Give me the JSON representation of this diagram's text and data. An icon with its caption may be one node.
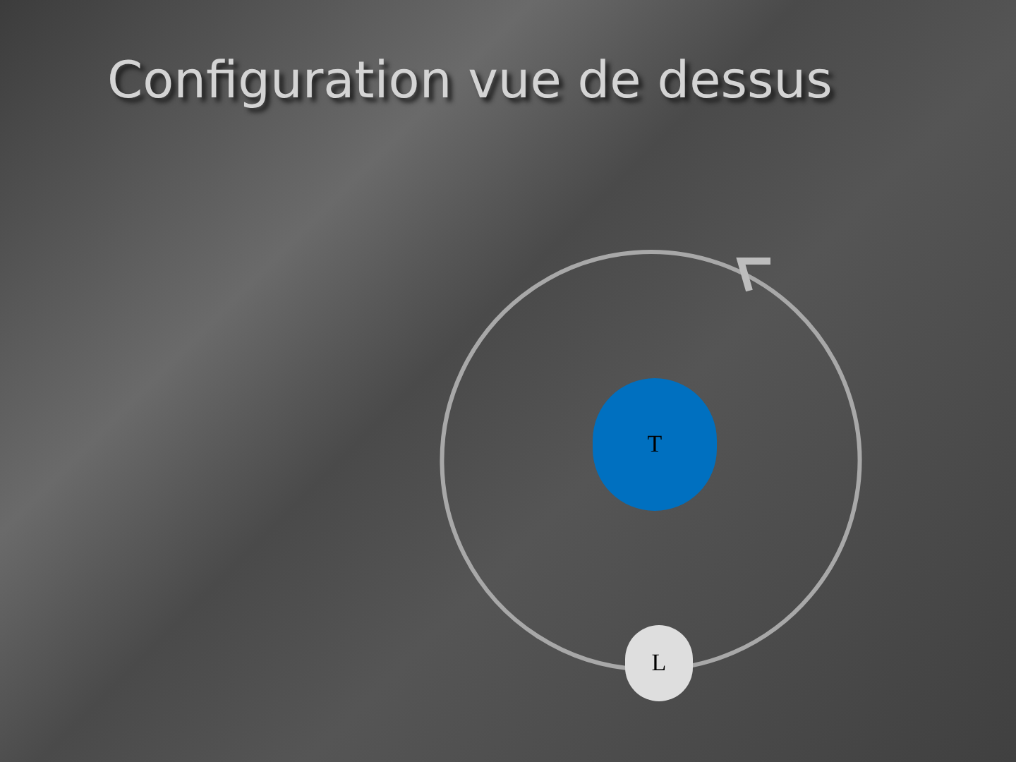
{
  "diagram": {
    "title": "Configuration vue de dessus",
    "nodes": [
      {
        "text": [
          "T"
        ]
      },
      {
        "text": [
          "L"
        ]
      }
    ]
  }
}
